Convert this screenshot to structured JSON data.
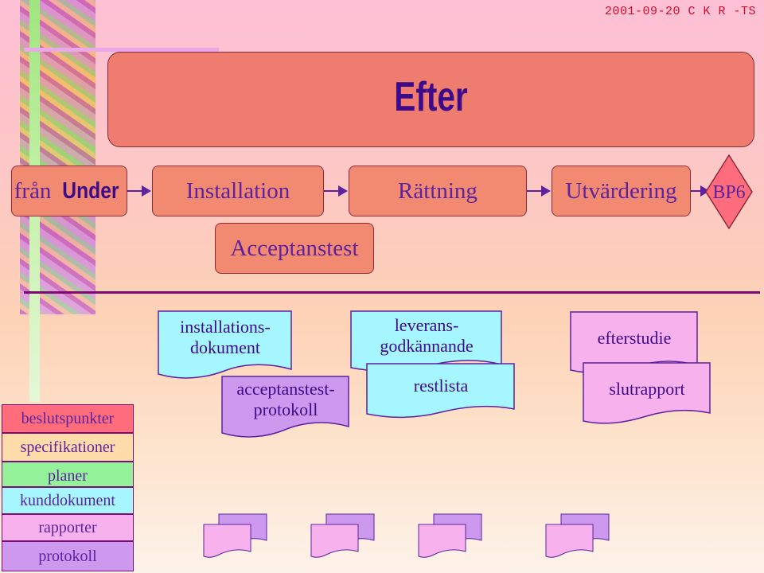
{
  "stamp": "2001-09-20 C K R -TS",
  "title": "Efter",
  "phases": {
    "from_prefix": "från",
    "from_name": "Under",
    "installation": "Installation",
    "rattning": "Rättning",
    "utvardering": "Utvärdering",
    "milestone": "BP6",
    "acceptanstest": "Acceptanstest"
  },
  "documents": {
    "installationsdokument_l1": "installations-",
    "installationsdokument_l2": "dokument",
    "acceptanstestprotokoll_l1": "acceptanstest-",
    "acceptanstestprotokoll_l2": "protokoll",
    "leveransgodkannande_l1": "leverans-",
    "leveransgodkannande_l2": "godkännande",
    "restlista": "restlista",
    "efterstudie": "efterstudie",
    "slutrapport": "slutrapport"
  },
  "legend": {
    "items": [
      {
        "label": "beslutspunkter",
        "color": "#ff6d7d"
      },
      {
        "label": "specifikationer",
        "color": "#ffdcaa"
      },
      {
        "label": "planer",
        "color": "#94f39a"
      },
      {
        "label": "kunddokument",
        "color": "#a6f6ff"
      },
      {
        "label": "rapporter",
        "color": "#f7b1ec"
      },
      {
        "label": "protokoll",
        "color": "#cc99ee"
      }
    ]
  },
  "colors": {
    "title_bg": "#ef7d6f",
    "step_bg": "#f18a71",
    "text": "#5d22a0",
    "milestone": "#ff6d7d",
    "kunddokument": "#a6f6ff",
    "protokoll": "#cc99ee",
    "rapporter": "#f7b1ec"
  }
}
